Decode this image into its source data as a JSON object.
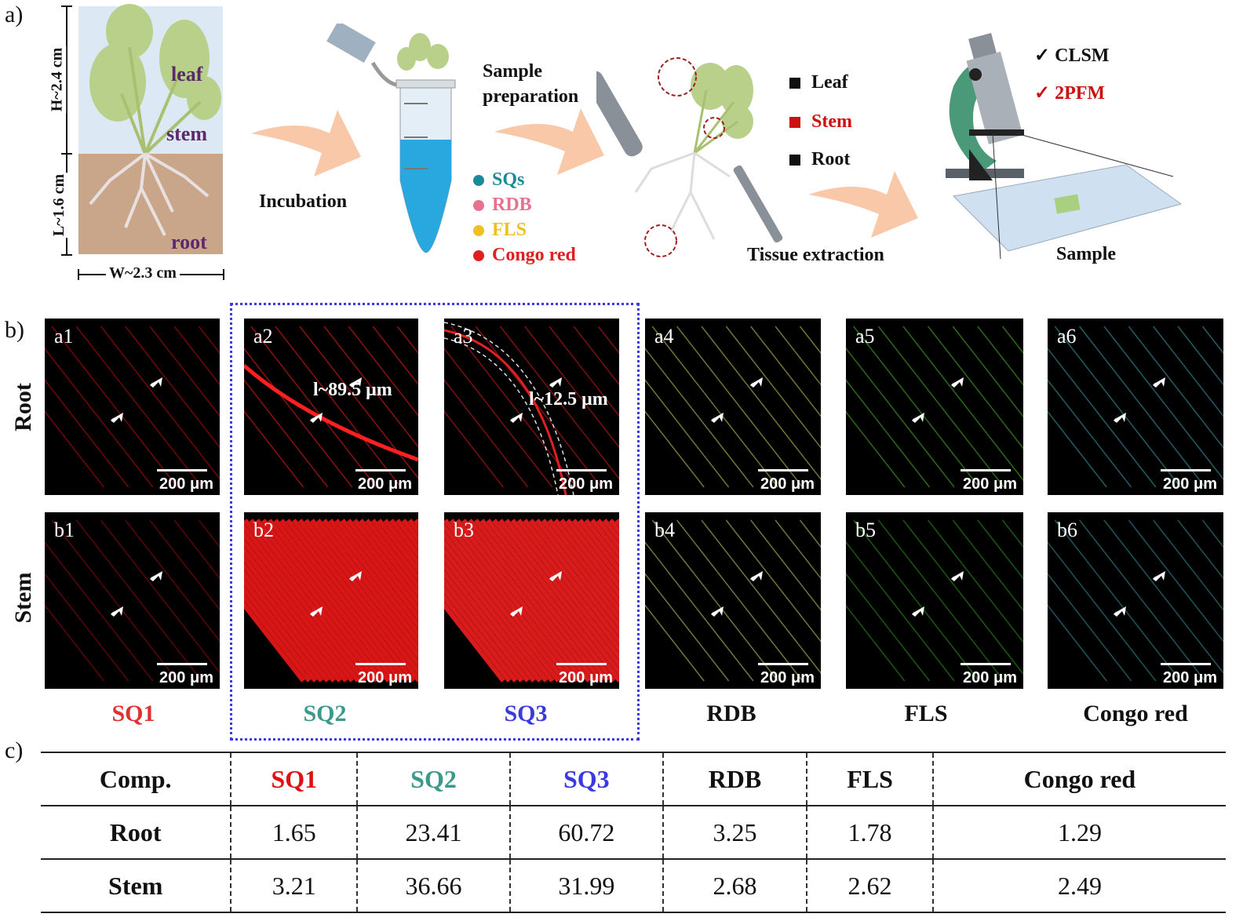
{
  "panels": {
    "a": "a)",
    "b": "b)",
    "c": "c)"
  },
  "plant_diagram": {
    "height_label": "H~2.4 cm",
    "length_label": "L~1.6 cm",
    "width_label": "W~2.3 cm",
    "leaf": "leaf",
    "stem": "stem",
    "root": "root"
  },
  "workflow": {
    "incubation": "Incubation",
    "sample_preparation_line1": "Sample",
    "sample_preparation_line2": "preparation",
    "tissue_extraction": "Tissue extraction",
    "sample": "Sample",
    "tissue_legend": [
      {
        "label": "Leaf",
        "color": "#111111"
      },
      {
        "label": "Stem",
        "color": "#cc1111"
      },
      {
        "label": "Root",
        "color": "#111111"
      }
    ],
    "probe_legend": [
      {
        "label": "SQs",
        "color": "#1a8a9a"
      },
      {
        "label": "RDB",
        "color": "#e87090"
      },
      {
        "label": "FLS",
        "color": "#f0c020"
      },
      {
        "label": "Congo red",
        "color": "#e02020"
      }
    ],
    "microscopy": [
      {
        "label": "✓ CLSM",
        "color": "#111111"
      },
      {
        "label": "✓ 2PFM",
        "color": "#cc1111"
      }
    ]
  },
  "micrographs": {
    "row_labels": [
      "Root",
      "Stem"
    ],
    "scale_bar": "200 μm",
    "root": [
      {
        "id": "a1",
        "color": "#d01010"
      },
      {
        "id": "a2",
        "color": "#ff2020",
        "measure": "l~89.5 μm"
      },
      {
        "id": "a3",
        "color": "#e02020",
        "measure": "l~12.5 μm"
      },
      {
        "id": "a4",
        "color": "#d8d060"
      },
      {
        "id": "a5",
        "color": "#50c030"
      },
      {
        "id": "a6",
        "color": "#40a8b8"
      }
    ],
    "stem": [
      {
        "id": "b1",
        "color": "#a01010"
      },
      {
        "id": "b2",
        "color": "#ff1a1a"
      },
      {
        "id": "b3",
        "color": "#ff2020"
      },
      {
        "id": "b4",
        "color": "#d8d070"
      },
      {
        "id": "b5",
        "color": "#30a020"
      },
      {
        "id": "b6",
        "color": "#3a9aa8"
      }
    ],
    "column_labels": [
      {
        "label": "SQ1",
        "color": "#e03030"
      },
      {
        "label": "SQ2",
        "color": "#3a9a8a"
      },
      {
        "label": "SQ3",
        "color": "#3a3ae0"
      },
      {
        "label": "RDB",
        "color": "#111111"
      },
      {
        "label": "FLS",
        "color": "#111111"
      },
      {
        "label": "Congo red",
        "color": "#111111"
      }
    ]
  },
  "table": {
    "header": [
      "Comp.",
      "SQ1",
      "SQ2",
      "SQ3",
      "RDB",
      "FLS",
      "Congo red"
    ],
    "header_colors": [
      "#111111",
      "#e01010",
      "#3a9a8a",
      "#3a3ae0",
      "#111111",
      "#111111",
      "#111111"
    ],
    "rows": [
      [
        "Root",
        "1.65",
        "23.41",
        "60.72",
        "3.25",
        "1.78",
        "1.29"
      ],
      [
        "Stem",
        "3.21",
        "36.66",
        "31.99",
        "2.68",
        "2.62",
        "2.49"
      ]
    ]
  }
}
